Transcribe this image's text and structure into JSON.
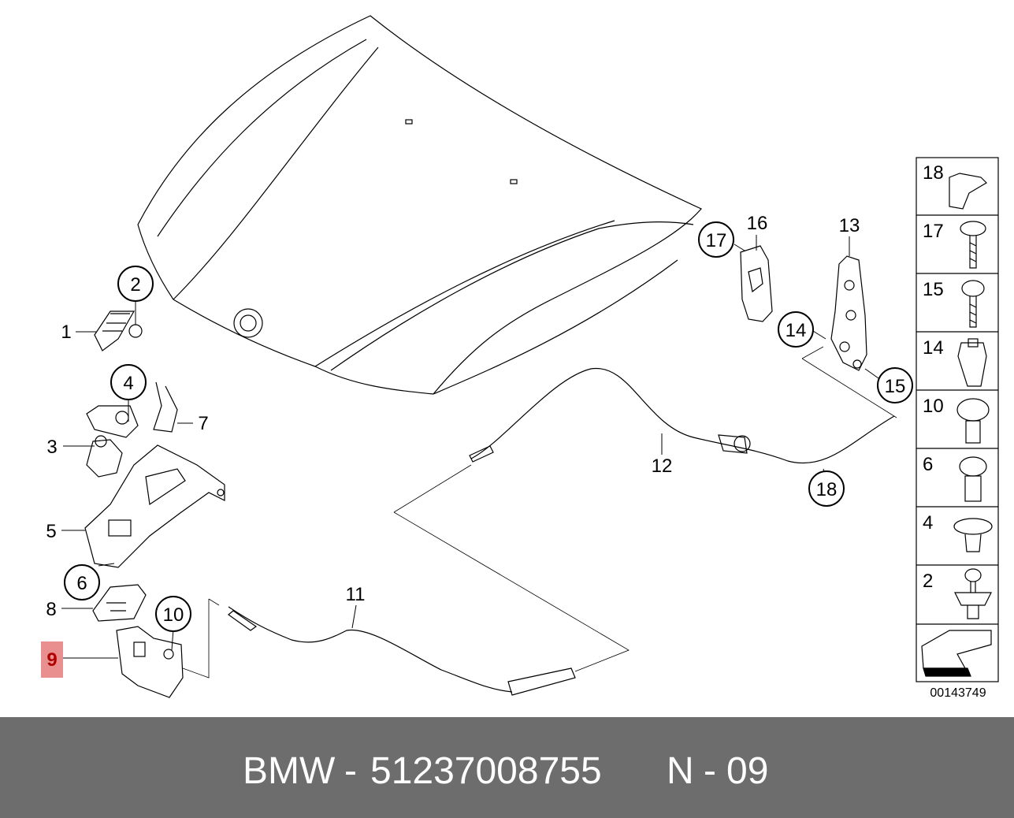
{
  "diagram": {
    "callouts": [
      {
        "id": "c1",
        "label": "1"
      },
      {
        "id": "c2",
        "label": "2"
      },
      {
        "id": "c3",
        "label": "3"
      },
      {
        "id": "c4",
        "label": "4"
      },
      {
        "id": "c5",
        "label": "5"
      },
      {
        "id": "c6",
        "label": "6"
      },
      {
        "id": "c7",
        "label": "7"
      },
      {
        "id": "c8",
        "label": "8"
      },
      {
        "id": "c9",
        "label": "9",
        "highlighted": true
      },
      {
        "id": "c10",
        "label": "10"
      },
      {
        "id": "c11",
        "label": "11"
      },
      {
        "id": "c12",
        "label": "12"
      },
      {
        "id": "c13",
        "label": "13"
      },
      {
        "id": "c14",
        "label": "14"
      },
      {
        "id": "c15",
        "label": "15"
      },
      {
        "id": "c16",
        "label": "16"
      },
      {
        "id": "c17",
        "label": "17"
      },
      {
        "id": "c18",
        "label": "18"
      }
    ],
    "fastener_panel": [
      "18",
      "17",
      "15",
      "14",
      "10",
      "6",
      "4",
      "2"
    ],
    "image_number": "00143749",
    "highlight_color": "#e98f8f",
    "line_color": "#000000"
  },
  "footer": {
    "brand": "BMW",
    "separator": "-",
    "part_number": "51237008755",
    "position_prefix": "N",
    "position_number": "09",
    "background": "#6d6d6d"
  }
}
